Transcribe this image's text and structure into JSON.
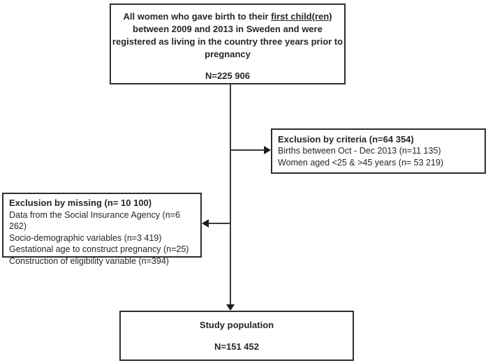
{
  "cohort_box": {
    "line1_prefix": "All women who gave birth to their ",
    "line1_underlined": "first child(ren)",
    "line2": "between 2009 and 2013 in Sweden and were",
    "line3": "registered as living in the country three years prior to",
    "line4": "pregnancy",
    "n_label": "N=225 906"
  },
  "exclusion_criteria_box": {
    "header": "Exclusion by criteria (n=64 354)",
    "items": [
      "Births between Oct - Dec 2013 (n=11 135)",
      "Women aged <25 & >45 years (n= 53 219)"
    ]
  },
  "exclusion_missing_box": {
    "header": "Exclusion by missing (n= 10 100)",
    "items": [
      "Data from the Social Insurance Agency (n=6 262)",
      "Socio-demographic variables (n=3 419)",
      "Gestational age to construct pregnancy (n=25)",
      "Construction of eligibility variable (n=394)"
    ]
  },
  "study_population_box": {
    "title": "Study population",
    "n_label": "N=151 452"
  },
  "colors": {
    "box_border": "#2e2e2e",
    "connector_line": "#3a3a3a",
    "arrowhead": "#1d1d1d",
    "background": "#ffffff",
    "text": "#262626"
  }
}
